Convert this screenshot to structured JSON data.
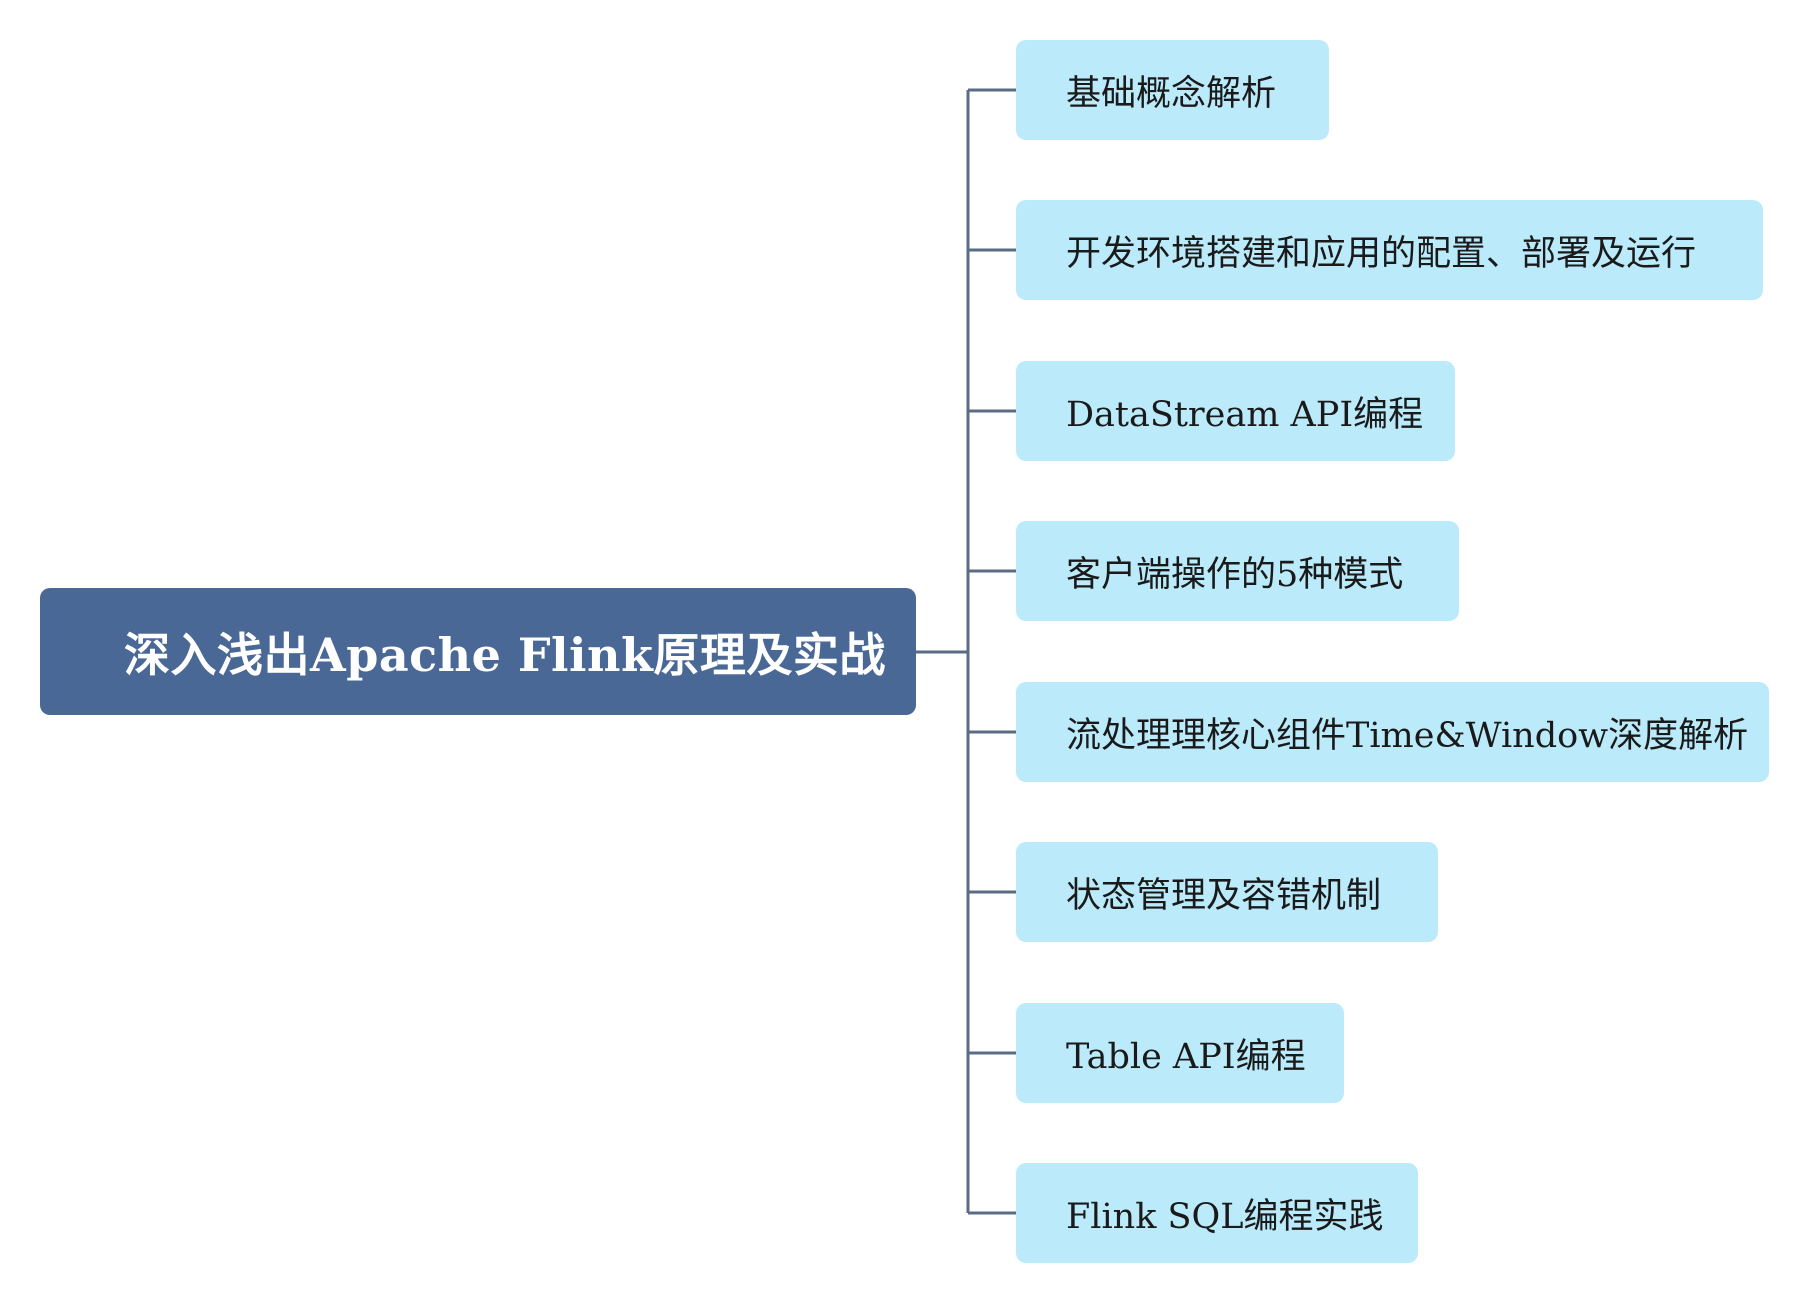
{
  "root": {
    "label": "深入浅出Apache Flink原理及实战"
  },
  "branches": [
    {
      "label": "基础概念解析"
    },
    {
      "label": "开发环境搭建和应用的配置、部署及运行"
    },
    {
      "label": "DataStream API编程"
    },
    {
      "label": "客户端操作的5种模式"
    },
    {
      "label": "流处理理核心组件Time&Window深度解析"
    },
    {
      "label": "状态管理及容错机制"
    },
    {
      "label": "Table API编程"
    },
    {
      "label": "Flink SQL编程实践"
    }
  ],
  "colors": {
    "root_fill": "#4a6896",
    "branch_fill": "#bbebfb",
    "connector": "#5a6b85"
  }
}
